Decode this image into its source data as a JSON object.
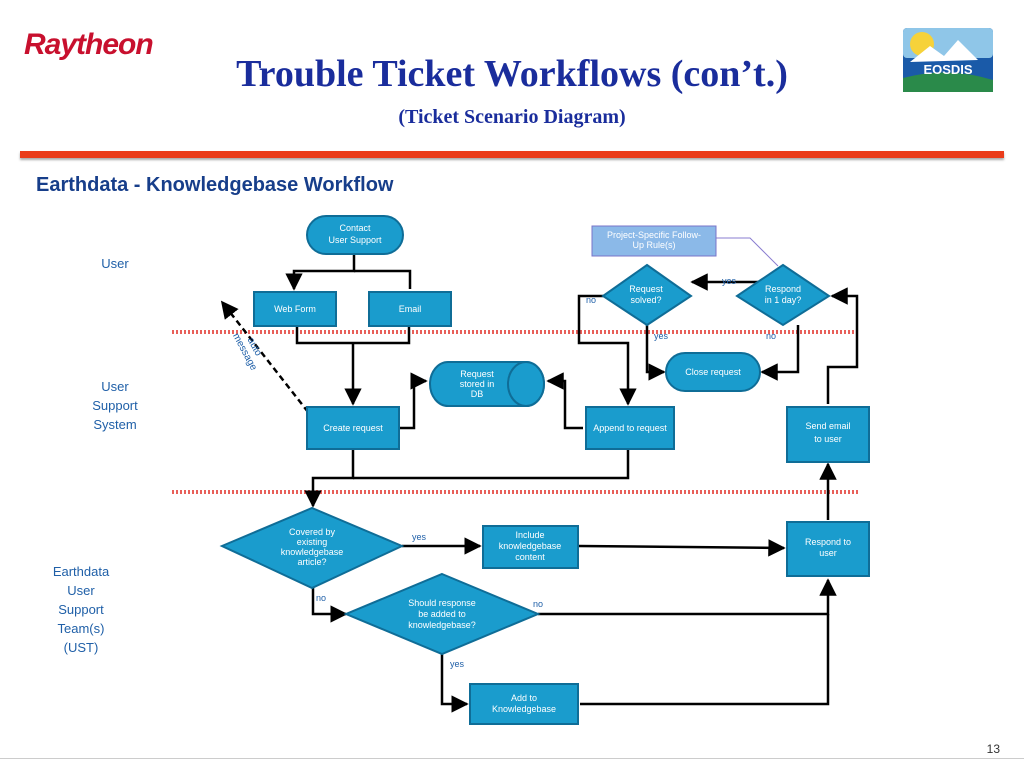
{
  "header": {
    "logo_text": "Raytheon",
    "title": "Trouble Ticket Workflows (con’t.)",
    "subtitle": "(Ticket Scenario Diagram)",
    "eosdis_logo_text": "EOSDIS"
  },
  "section_title": "Earthdata - Knowledgebase Workflow",
  "lanes": {
    "user": "User",
    "system": [
      "User",
      "Support",
      "System"
    ],
    "ust": [
      "Earthdata",
      "User",
      "Support",
      "Team(s)",
      "(UST)"
    ]
  },
  "nodes": {
    "contact": [
      "Contact",
      "User Support"
    ],
    "web_form": "Web Form",
    "email": "Email",
    "create_request": "Create request",
    "db": [
      "Request",
      "stored in",
      "DB"
    ],
    "append_request": "Append to request",
    "send_email": [
      "Send email",
      "to user"
    ],
    "close_request": "Close request",
    "request_solved": [
      "Request",
      "solved?"
    ],
    "respond_1day": [
      "Respond",
      "in 1 day?"
    ],
    "followup_note": [
      "Project-Specific Follow-",
      "Up Rule(s)"
    ],
    "covered": [
      "Covered by",
      "existing",
      "knowledgebase",
      "article?"
    ],
    "include_kb": [
      "Include",
      "knowledgebase",
      "content"
    ],
    "respond_user": [
      "Respond to",
      "user"
    ],
    "should_add": [
      "Should response",
      "be added to",
      "knowledgebase?"
    ],
    "add_kb": [
      "Add to",
      "Knowledgebase"
    ]
  },
  "edge_labels": {
    "auto_message": [
      "auto",
      "message"
    ],
    "yes": "yes",
    "no": "no"
  },
  "colors": {
    "box_fill": "#1a9ccd",
    "box_stroke": "#0f6d97",
    "title": "#1a2d9c",
    "accent_rule": "#ea3c1a",
    "lane_divider": "#e8605a"
  },
  "page_number": "13"
}
